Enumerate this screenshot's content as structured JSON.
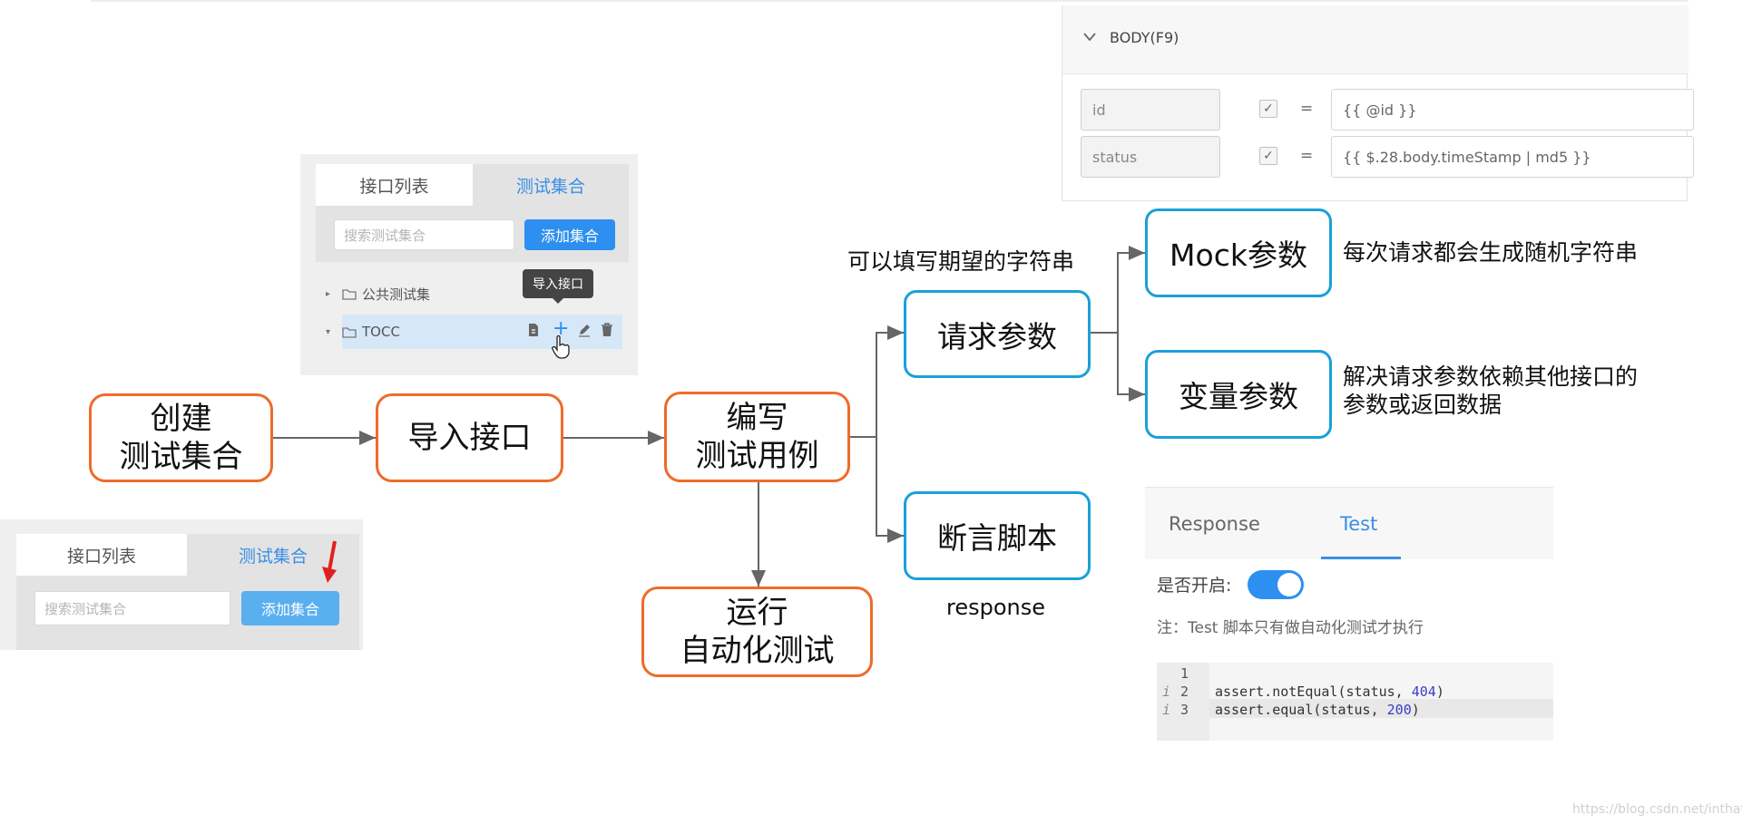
{
  "flow": {
    "create_collection": "创建\n测试集合",
    "import_api": "导入接口",
    "write_cases": "编写\n测试用例",
    "run_auto": "运行\n自动化测试",
    "request_params": "请求参数",
    "assert_script": "断言脚本",
    "mock_params": "Mock参数",
    "variable_params": "变量参数",
    "expected_string_note": "可以填写期望的字符串",
    "mock_note": "每次请求都会生成随机字符串",
    "variable_note": "解决请求参数依赖其他接口的\n参数或返回数据",
    "response_note": "response"
  },
  "panel_top": {
    "tabs": [
      "接口列表",
      "测试集合"
    ],
    "search_placeholder": "搜索测试集合",
    "add_button": "添加集合",
    "tooltip": "导入接口",
    "tree": [
      "公共测试集",
      "TOCC"
    ]
  },
  "panel_bottom": {
    "tabs": [
      "接口列表",
      "测试集合"
    ],
    "search_placeholder": "搜索测试集合",
    "add_button": "添加集合"
  },
  "body_panel": {
    "title": "BODY(F9)",
    "params": [
      {
        "key": "id",
        "value": "{{ @id }}"
      },
      {
        "key": "status",
        "value": "{{ $.28.body.timeStamp | md5 }}"
      }
    ],
    "eq": "="
  },
  "test_panel": {
    "tabs": [
      "Response",
      "Test"
    ],
    "toggle_label": "是否开启:",
    "toggle_on": true,
    "note": "注：Test 脚本只有做自动化测试才执行",
    "code_lines": [
      {
        "num": "1",
        "marker": "",
        "text_pre": "",
        "arg": "",
        "text_post": ""
      },
      {
        "num": "2",
        "marker": "i",
        "text_pre": "assert.notEqual(status, ",
        "arg": "404",
        "text_post": ")"
      },
      {
        "num": "3",
        "marker": "i",
        "text_pre": "assert.equal(status, ",
        "arg": "200",
        "text_post": ")"
      }
    ]
  },
  "watermark": "https://blog.csdn.net/inthat",
  "colors": {
    "orange": "#ee6b2a",
    "blue_border": "#1aa0d8",
    "primary": "#2d8ff0",
    "link_tab": "#3a8ee6",
    "arrow": "#666666"
  }
}
